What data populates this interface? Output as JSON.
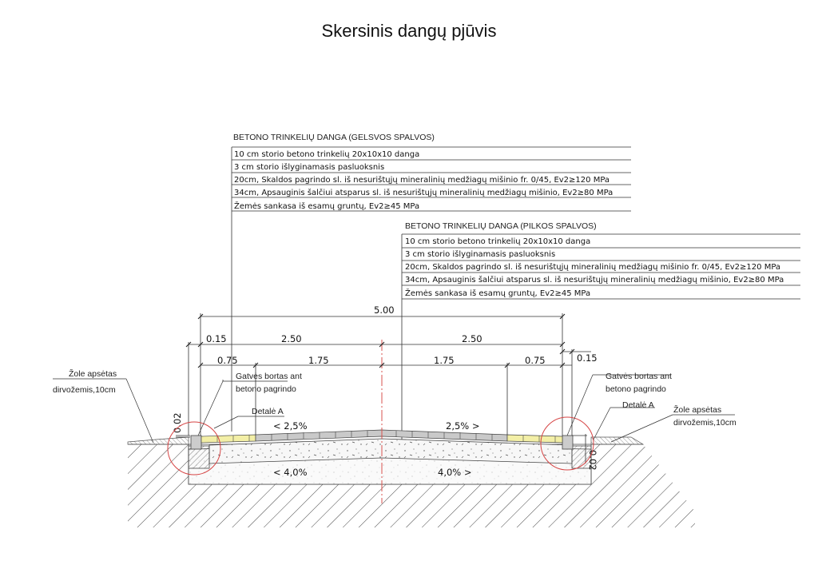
{
  "title": "Skersinis dangų pjūvis",
  "colors": {
    "line": "#333333",
    "axis_red": "#d9534f",
    "detail_circle": "#d64545",
    "yellow_pavers": "#f3efa6",
    "grey_pavers": "#c9c9c9",
    "curb": "#cccccc"
  },
  "spec_left": {
    "heading": "BETONO TRINKELIŲ DANGA (GELSVOS SPALVOS)",
    "rows": [
      "10 cm storio betono trinkelių 20x10x10 danga",
      "3 cm storio išlyginamasis pasluoksnis",
      "20cm, Skaldos pagrindo sl. iš nesurištųjų mineralinių medžiagų mišinio fr. 0/45, Ev2≥120 MPa",
      "34cm, Apsauginis šalčiui atsparus sl. iš nesurištųjų mineralinių medžiagų mišinio, Ev2≥80 MPa",
      "Žemės sankasa iš esamų gruntų, Ev2≥45 MPa"
    ]
  },
  "spec_right": {
    "heading": "BETONO TRINKELIŲ DANGA (PILKOS SPALVOS)",
    "rows": [
      "10 cm storio betono trinkelių 20x10x10 danga",
      "3 cm storio išlyginamasis pasluoksnis",
      "20cm, Skaldos pagrindo sl. iš nesurištųjų mineralinių medžiagų mišinio fr. 0/45, Ev2≥120 MPa",
      "34cm, Apsauginis šalčiui atsparus sl. iš nesurištųjų mineralinių medžiagų mišinio, Ev2≥80 MPa",
      "Žemės sankasa iš esamų gruntų, Ev2≥45 MPa"
    ]
  },
  "dimensions": {
    "total": "5.00",
    "left_half": "2.50",
    "right_half": "2.50",
    "left_curb": "0.15",
    "right_curb": "0.15",
    "left_yellow": "0.75",
    "left_grey": "1.75",
    "right_grey": "1.75",
    "right_yellow": "0.75",
    "left_curb_rise": "0.02",
    "right_curb_rise": "0.02"
  },
  "slopes": {
    "paving_left": "< 2,5%",
    "paving_right": "2,5% >",
    "subgrade_left": "< 4,0%",
    "subgrade_right": "4,0% >"
  },
  "notes": {
    "grass_left_1": "Žole apsėtas",
    "grass_left_2": "dirvožemis,10cm",
    "grass_right_1": "Žole apsėtas",
    "grass_right_2": "dirvožemis,10cm",
    "curb_left_1": "Gatvės bortas ant",
    "curb_left_2": "betono pagrindo",
    "curb_right_1": "Gatvės bortas ant",
    "curb_right_2": "betono pagrindo",
    "detail_left": "Detalė A",
    "detail_right": "Detalė A"
  }
}
